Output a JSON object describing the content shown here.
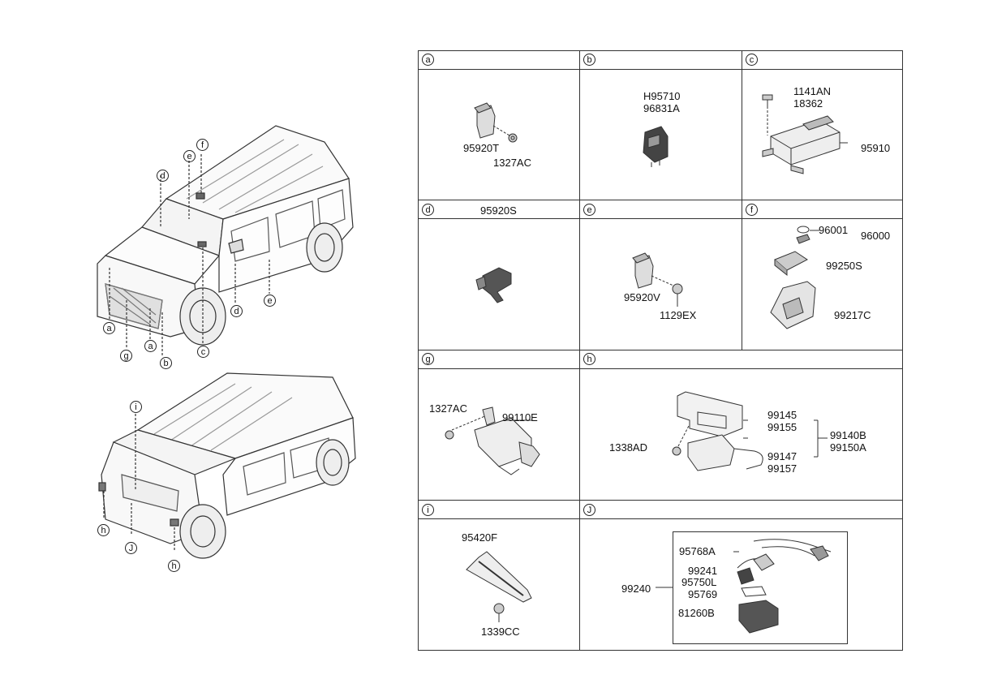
{
  "callouts_front": [
    "a",
    "a",
    "b",
    "c",
    "d",
    "d",
    "e",
    "e",
    "f",
    "g"
  ],
  "callouts_rear": [
    "i",
    "h",
    "J",
    "h"
  ],
  "sections": {
    "a": {
      "letter": "a",
      "parts": [
        "95920T",
        "1327AC"
      ]
    },
    "b": {
      "letter": "b",
      "parts": [
        "H95710",
        "96831A"
      ]
    },
    "c": {
      "letter": "c",
      "parts": [
        "1141AN",
        "18362",
        "95910"
      ]
    },
    "d": {
      "letter": "d",
      "header_part": "95920S"
    },
    "e": {
      "letter": "e",
      "parts": [
        "95920V",
        "1129EX"
      ]
    },
    "f": {
      "letter": "f",
      "parts": [
        "96001",
        "96000",
        "99250S",
        "99217C"
      ]
    },
    "g": {
      "letter": "g",
      "parts": [
        "1327AC",
        "99110E"
      ]
    },
    "h": {
      "letter": "h",
      "parts": [
        "99145",
        "99155",
        "99140B",
        "99150A",
        "1338AD",
        "99147",
        "99157"
      ]
    },
    "i": {
      "letter": "i",
      "parts": [
        "95420F",
        "1339CC"
      ]
    },
    "j": {
      "letter": "J",
      "parts": [
        "95768A",
        "99241",
        "95750L",
        "95769",
        "99240",
        "81260B"
      ]
    }
  }
}
